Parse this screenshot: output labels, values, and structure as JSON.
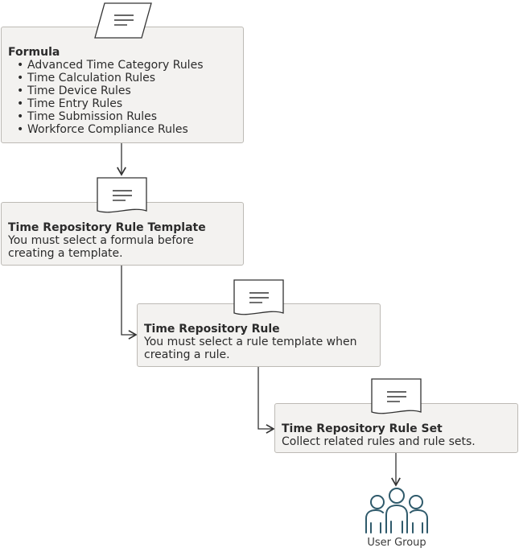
{
  "formula": {
    "title": "Formula",
    "items": [
      "Advanced Time Category Rules",
      "Time Calculation Rules",
      "Time Device Rules",
      "Time Entry Rules",
      "Time Submission Rules",
      "Workforce Compliance Rules"
    ]
  },
  "template": {
    "title": "Time Repository Rule Template",
    "line1": "You must select a formula before",
    "line2": "creating a template."
  },
  "rule": {
    "title": "Time Repository Rule",
    "line1": "You must select a rule template when",
    "line2": "creating a rule."
  },
  "rule_set": {
    "title": "Time Repository Rule Set",
    "text": "Collect related rules and rule sets."
  },
  "user_group": {
    "label": "User Group"
  },
  "colors": {
    "box_fill": "#f3f2f0",
    "box_border": "#bdbab5",
    "arrow": "#333333",
    "icon": "#2f5a6b"
  },
  "icons": [
    "parallelogram-document-icon",
    "document-icon",
    "document-icon",
    "document-icon",
    "user-group-icon"
  ]
}
